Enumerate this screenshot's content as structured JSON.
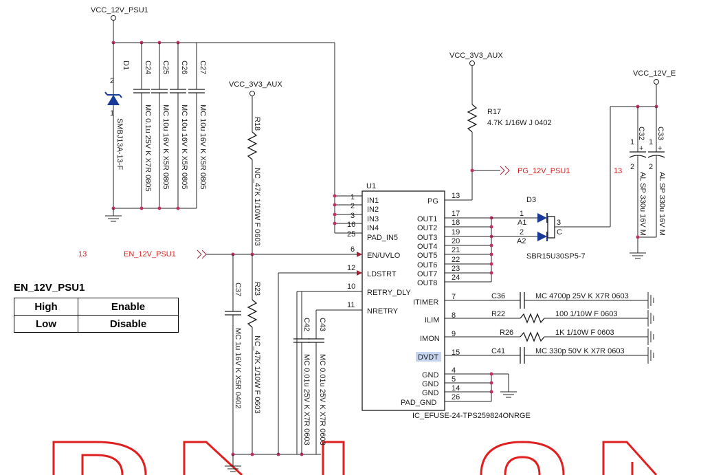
{
  "nets": {
    "vcc_12v_psu1": "VCC_12V_PSU1",
    "vcc_3v3_aux_a": "VCC_3V3_AUX",
    "vcc_3v3_aux_b": "VCC_3V3_AUX",
    "vcc_12v_e": "VCC_12V_E",
    "pg_12v_psu1": "PG_12V_PSU1",
    "en_12v_psu1": "EN_12V_PSU1",
    "sheet_ref_en": "13",
    "sheet_ref_12ve": "13"
  },
  "components": {
    "d1": {
      "ref": "D1",
      "value": "SMBJ13A-13-F",
      "pin_top": "2",
      "pin_bot": "1"
    },
    "c24": {
      "ref": "C24",
      "value": "MC 0.1u 25V K X7R 0805"
    },
    "c25": {
      "ref": "C25",
      "value": "MC 10u 16V K X5R 0805"
    },
    "c26": {
      "ref": "C26",
      "value": "MC 10u 16V K X5R 0805"
    },
    "c27": {
      "ref": "C27",
      "value": "MC 10u 16V K X5R 0805"
    },
    "r18": {
      "ref": "R18",
      "value": "NC_47K 1/10W F 0603"
    },
    "r23": {
      "ref": "R23",
      "value": "NC_47K 1/10W F 0603"
    },
    "c37": {
      "ref": "C37",
      "value": "MC 1u 16V K X5R 0402"
    },
    "c42": {
      "ref": "C42",
      "value": "MC 0.01u 25V K X7R 0603"
    },
    "c43": {
      "ref": "C43",
      "value": "MC 0.01u 25V K X7R 0603"
    },
    "r17": {
      "ref": "R17",
      "value": "4.7K 1/16W J 0402"
    },
    "d3": {
      "ref": "D3",
      "value": "SBR15U30SP5-7",
      "a1": "A1",
      "a2": "A2",
      "c": "C",
      "p1": "1",
      "p2": "2",
      "p3": "3"
    },
    "c32": {
      "ref": "C32",
      "value": "AL SP 330u 16V M",
      "p1": "1",
      "p2": "2",
      "plus": "+"
    },
    "c33": {
      "ref": "C33",
      "value": "AL SP 330u 16V M",
      "p1": "1",
      "p2": "2",
      "plus": "+"
    },
    "c36": {
      "ref": "C36",
      "value": "MC 4700p 25V K X7R 0603"
    },
    "r22": {
      "ref": "R22",
      "value": "100 1/10W F 0603"
    },
    "r26": {
      "ref": "R26",
      "value": "1K 1/10W F 0603"
    },
    "c41": {
      "ref": "C41",
      "value": "MC 330p 50V K X7R 0603"
    }
  },
  "ic": {
    "ref": "U1",
    "part": "IC_EFUSE-24-TPS259824ONRGE",
    "left_pins": [
      {
        "num": "1",
        "name": "IN1"
      },
      {
        "num": "2",
        "name": "IN2"
      },
      {
        "num": "3",
        "name": "IN3"
      },
      {
        "num": "16",
        "name": "IN4"
      },
      {
        "num": "25",
        "name": "PAD_IN5"
      },
      {
        "num": "6",
        "name": "EN/UVLO"
      },
      {
        "num": "12",
        "name": "LDSTRT"
      },
      {
        "num": "10",
        "name": "RETRY_DLY"
      },
      {
        "num": "11",
        "name": "NRETRY"
      }
    ],
    "right_pins": [
      {
        "num": "13",
        "name": "PG"
      },
      {
        "num": "17",
        "name": "OUT1"
      },
      {
        "num": "18",
        "name": "OUT2"
      },
      {
        "num": "19",
        "name": "OUT3"
      },
      {
        "num": "20",
        "name": "OUT4"
      },
      {
        "num": "21",
        "name": "OUT5"
      },
      {
        "num": "22",
        "name": "OUT6"
      },
      {
        "num": "23",
        "name": "OUT7"
      },
      {
        "num": "24",
        "name": "OUT8"
      },
      {
        "num": "7",
        "name": "ITIMER"
      },
      {
        "num": "8",
        "name": "ILIM"
      },
      {
        "num": "9",
        "name": "IMON"
      },
      {
        "num": "15",
        "name": "DVDT"
      },
      {
        "num": "4",
        "name": "GND"
      },
      {
        "num": "5",
        "name": "GND"
      },
      {
        "num": "14",
        "name": "GND"
      },
      {
        "num": "26",
        "name": "PAD_GND"
      }
    ]
  },
  "truth_table": {
    "title": "EN_12V_PSU1",
    "rows": [
      {
        "level": "High",
        "state": "Enable"
      },
      {
        "level": "Low",
        "state": "Disable"
      }
    ]
  },
  "colors": {
    "wire": "#202020",
    "net_label": "#d42020",
    "watermark": "#e02020",
    "highlight": "#c6d6f0"
  }
}
